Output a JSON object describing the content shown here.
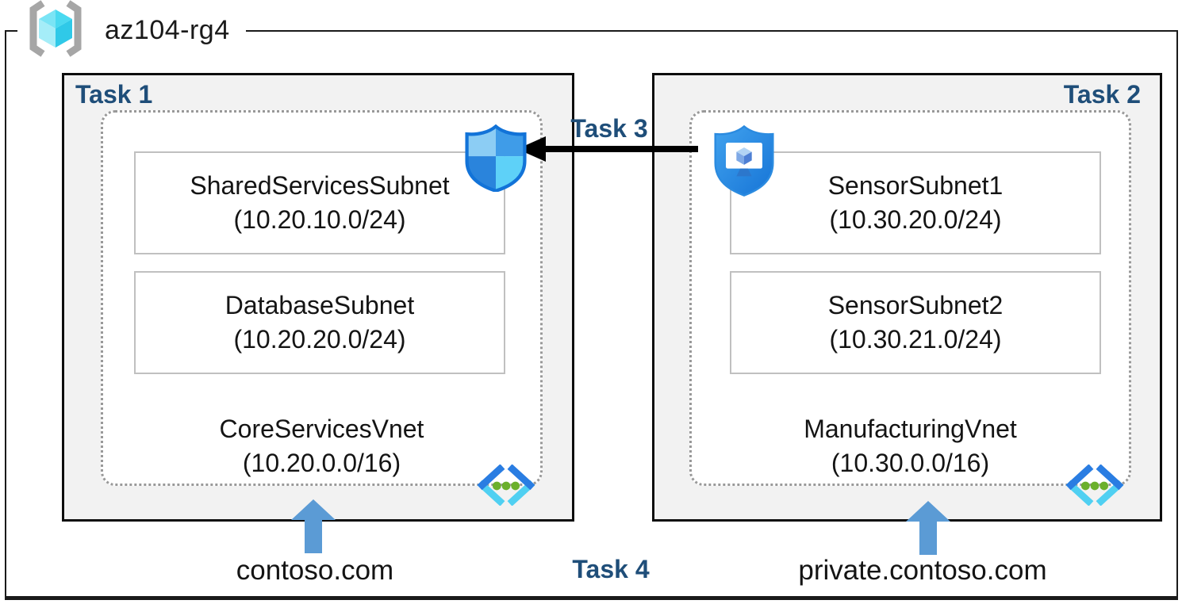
{
  "resource_group": {
    "name": "az104-rg4"
  },
  "tasks": {
    "task1": "Task 1",
    "task2": "Task 2",
    "task3": "Task 3",
    "task4": "Task 4"
  },
  "vnet1": {
    "name": "CoreServicesVnet",
    "cidr": "(10.20.0.0/16)",
    "dns": "contoso.com",
    "subnets": [
      {
        "name": "SharedServicesSubnet",
        "cidr": "(10.20.10.0/24)"
      },
      {
        "name": "DatabaseSubnet",
        "cidr": "(10.20.20.0/24)"
      }
    ]
  },
  "vnet2": {
    "name": "ManufacturingVnet",
    "cidr": "(10.30.0.0/16)",
    "dns": "private.contoso.com",
    "subnets": [
      {
        "name": "SensorSubnet1",
        "cidr": "(10.30.20.0/24)"
      },
      {
        "name": "SensorSubnet2",
        "cidr": "(10.30.21.0/24)"
      }
    ]
  },
  "icons": {
    "resource_group": "azure-resource-group-cube-in-brackets",
    "nsg": "network-security-group-shield",
    "bastion": "shield-with-monitor-vm",
    "vnet": "virtual-network-chevrons-with-dots",
    "dns_arrow": "blue-up-arrow",
    "peering_arrow": "black-left-arrow"
  },
  "colors": {
    "task_label": "#1F4E79",
    "dns_arrow_blue": "#5B9BD5",
    "task_box_fill": "#F2F2F2",
    "dotted_border": "#999999",
    "shield_rim": "#1273D8",
    "vnet_chevron_dark": "#2A7DE2",
    "vnet_chevron_light": "#50D0F2",
    "vnet_dot_green": "#6BB02C"
  }
}
